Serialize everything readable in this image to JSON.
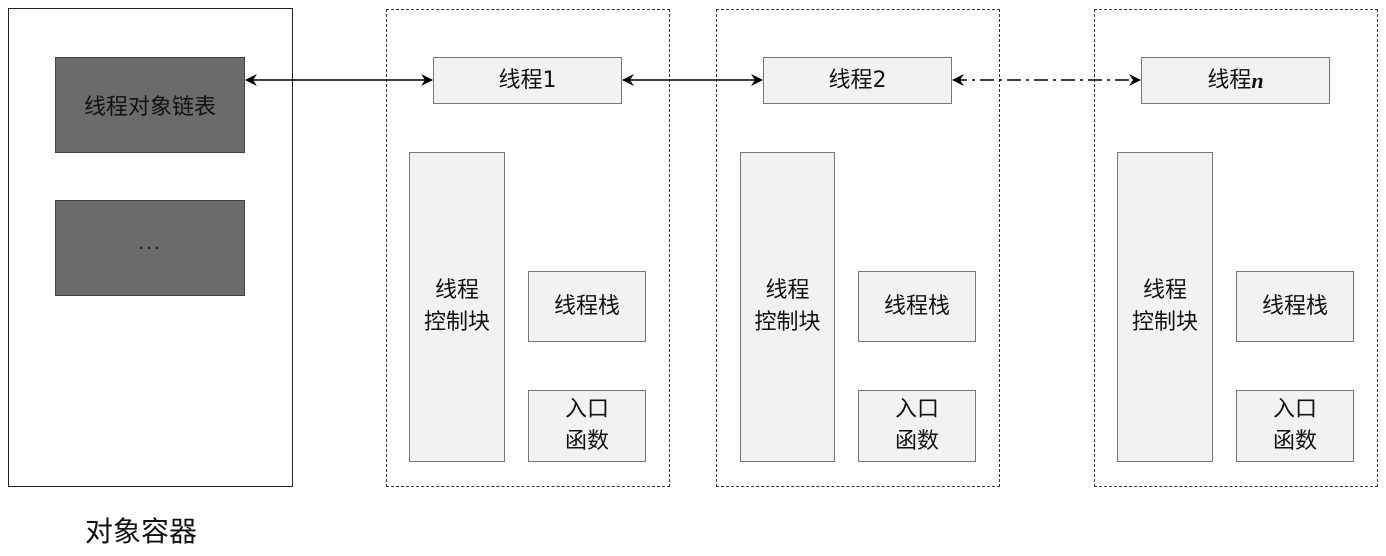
{
  "container": {
    "items": [
      {
        "label": "线程对象链表"
      },
      {
        "label": "···"
      }
    ],
    "caption": "对象容器"
  },
  "threads": [
    {
      "name": "线程1",
      "tcb": [
        "线程",
        "控制块"
      ],
      "stack": "线程栈",
      "entry": [
        "入口",
        "函数"
      ]
    },
    {
      "name": "线程2",
      "tcb": [
        "线程",
        "控制块"
      ],
      "stack": "线程栈",
      "entry": [
        "入口",
        "函数"
      ]
    },
    {
      "name_prefix": "线程",
      "name_var": "n",
      "tcb": [
        "线程",
        "控制块"
      ],
      "stack": "线程栈",
      "entry": [
        "入口",
        "函数"
      ]
    }
  ]
}
